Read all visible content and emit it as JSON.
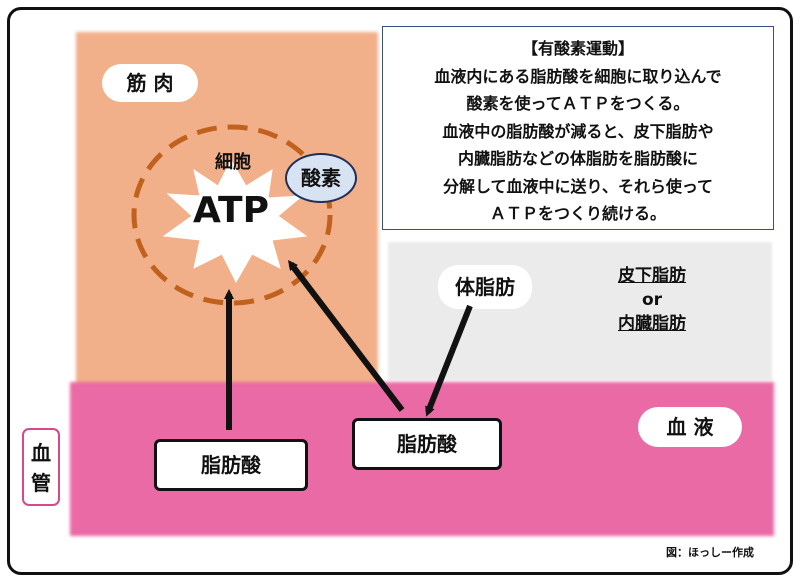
{
  "muscle": {
    "label": "筋 肉"
  },
  "blood": {
    "label": "血 液"
  },
  "vessel": {
    "chars": [
      "血",
      "管"
    ]
  },
  "info": {
    "title": "【有酸素運動】",
    "lines": [
      "血液内にある脂肪酸を細胞に取り込んで",
      "酸素を使ってＡＴＰをつくる。",
      "血液中の脂肪酸が減ると、皮下脂肪や",
      "内臓脂肪などの体脂肪を脂肪酸に",
      "分解して血液中に送り、それら使って",
      "ＡＴＰをつくり続ける。"
    ]
  },
  "cell": {
    "label": "細胞",
    "atp": "ATP"
  },
  "oxygen": {
    "label": "酸素"
  },
  "bodyfat": {
    "label": "体脂肪",
    "subcutaneous": "皮下脂肪",
    "or": "or",
    "visceral": "内臓脂肪"
  },
  "fatty_acid": {
    "left": "脂肪酸",
    "right": "脂肪酸"
  },
  "credit": "図：ほっしー作成",
  "colors": {
    "muscle": "#f2b08a",
    "blood": "#ea6aa5",
    "fat_zone": "#ebebeb",
    "cell_dash": "#c0621e",
    "oxygen_fill": "#d7e3f2",
    "vessel_border": "#d54a8a"
  }
}
